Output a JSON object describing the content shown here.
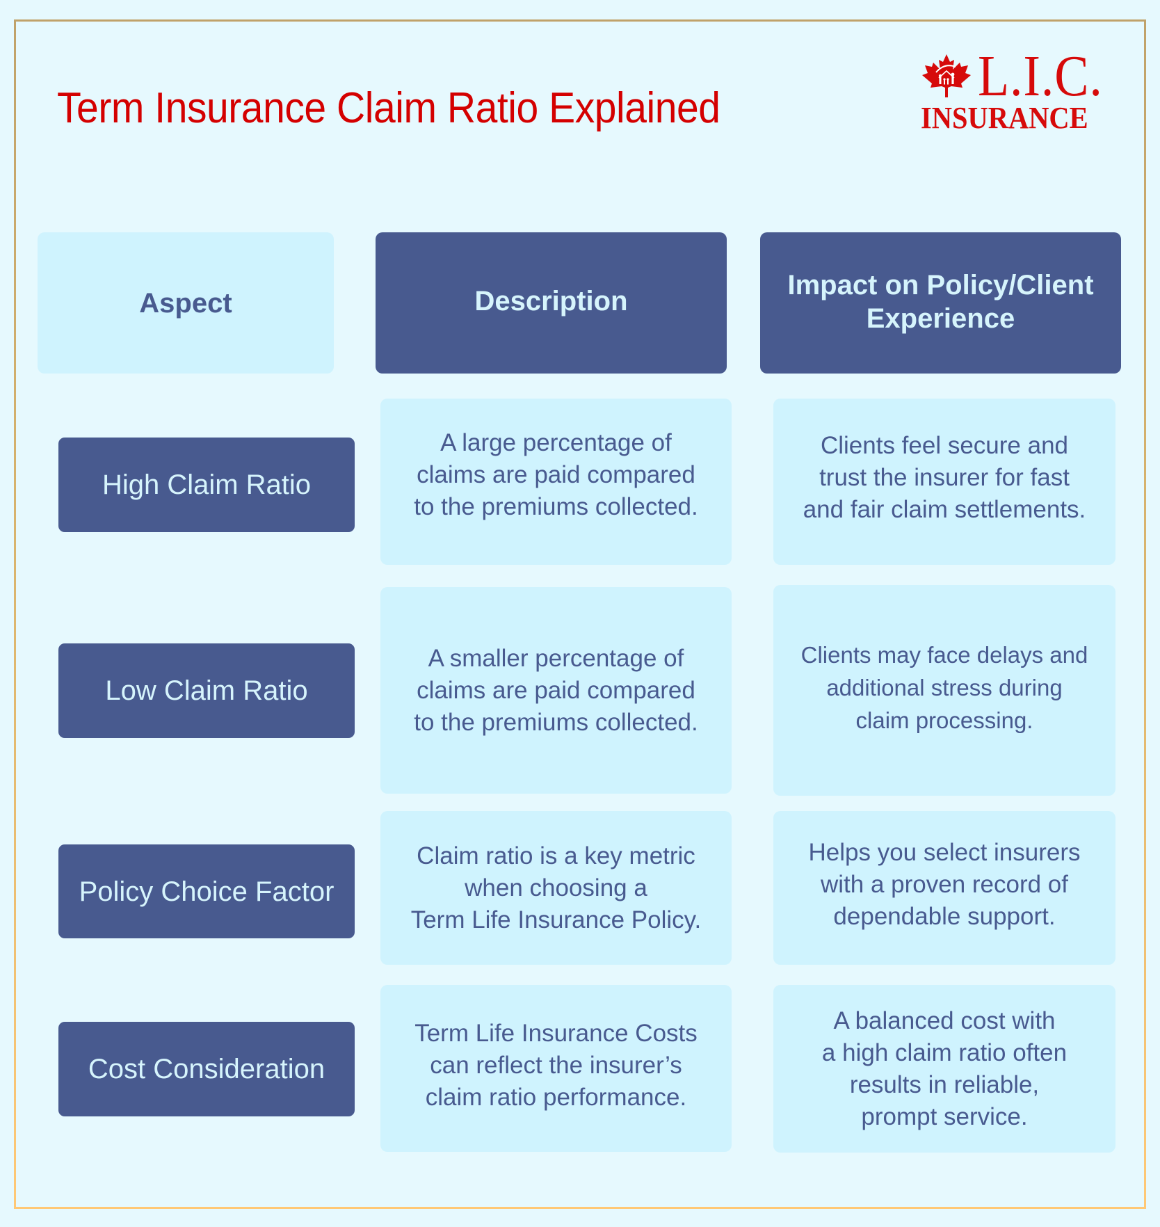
{
  "title": "Term Insurance Claim Ratio Explained",
  "logo": {
    "icon": "maple-leaf-family-icon",
    "mark": "L.I.C.",
    "wordmark": "INSURANCE"
  },
  "colors": {
    "title_red": "#d40000",
    "logo_red": "#d60a0a",
    "dark_box": "#485a8f",
    "light_cell": "#cff3fe",
    "page_bg": "#e6f9fe",
    "border_top": "#c0a26a",
    "border_bottom": "#ffc875"
  },
  "table": {
    "headers": [
      "Aspect",
      "Description",
      "Impact on Policy/Client\nExperience"
    ],
    "rows": [
      {
        "aspect": "High Claim Ratio",
        "description": "A large percentage of\nclaims are paid compared\nto the premiums collected.",
        "impact": "Clients feel secure and\ntrust the insurer for fast\nand fair claim settlements."
      },
      {
        "aspect": "Low Claim Ratio",
        "description": "A smaller percentage of\nclaims are paid compared\nto the premiums collected.",
        "impact": "Clients may face delays and\nadditional stress during\nclaim processing."
      },
      {
        "aspect": "Policy Choice Factor",
        "description": "Claim ratio is a key metric\nwhen choosing a\nTerm Life Insurance Policy.",
        "impact": "Helps you select insurers\nwith a proven record of\ndependable support."
      },
      {
        "aspect": "Cost Consideration",
        "description": "Term Life Insurance Costs\ncan reflect the insurer’s\nclaim ratio performance.",
        "impact": "A balanced cost with\na high claim ratio often\nresults in reliable,\nprompt service."
      }
    ]
  }
}
